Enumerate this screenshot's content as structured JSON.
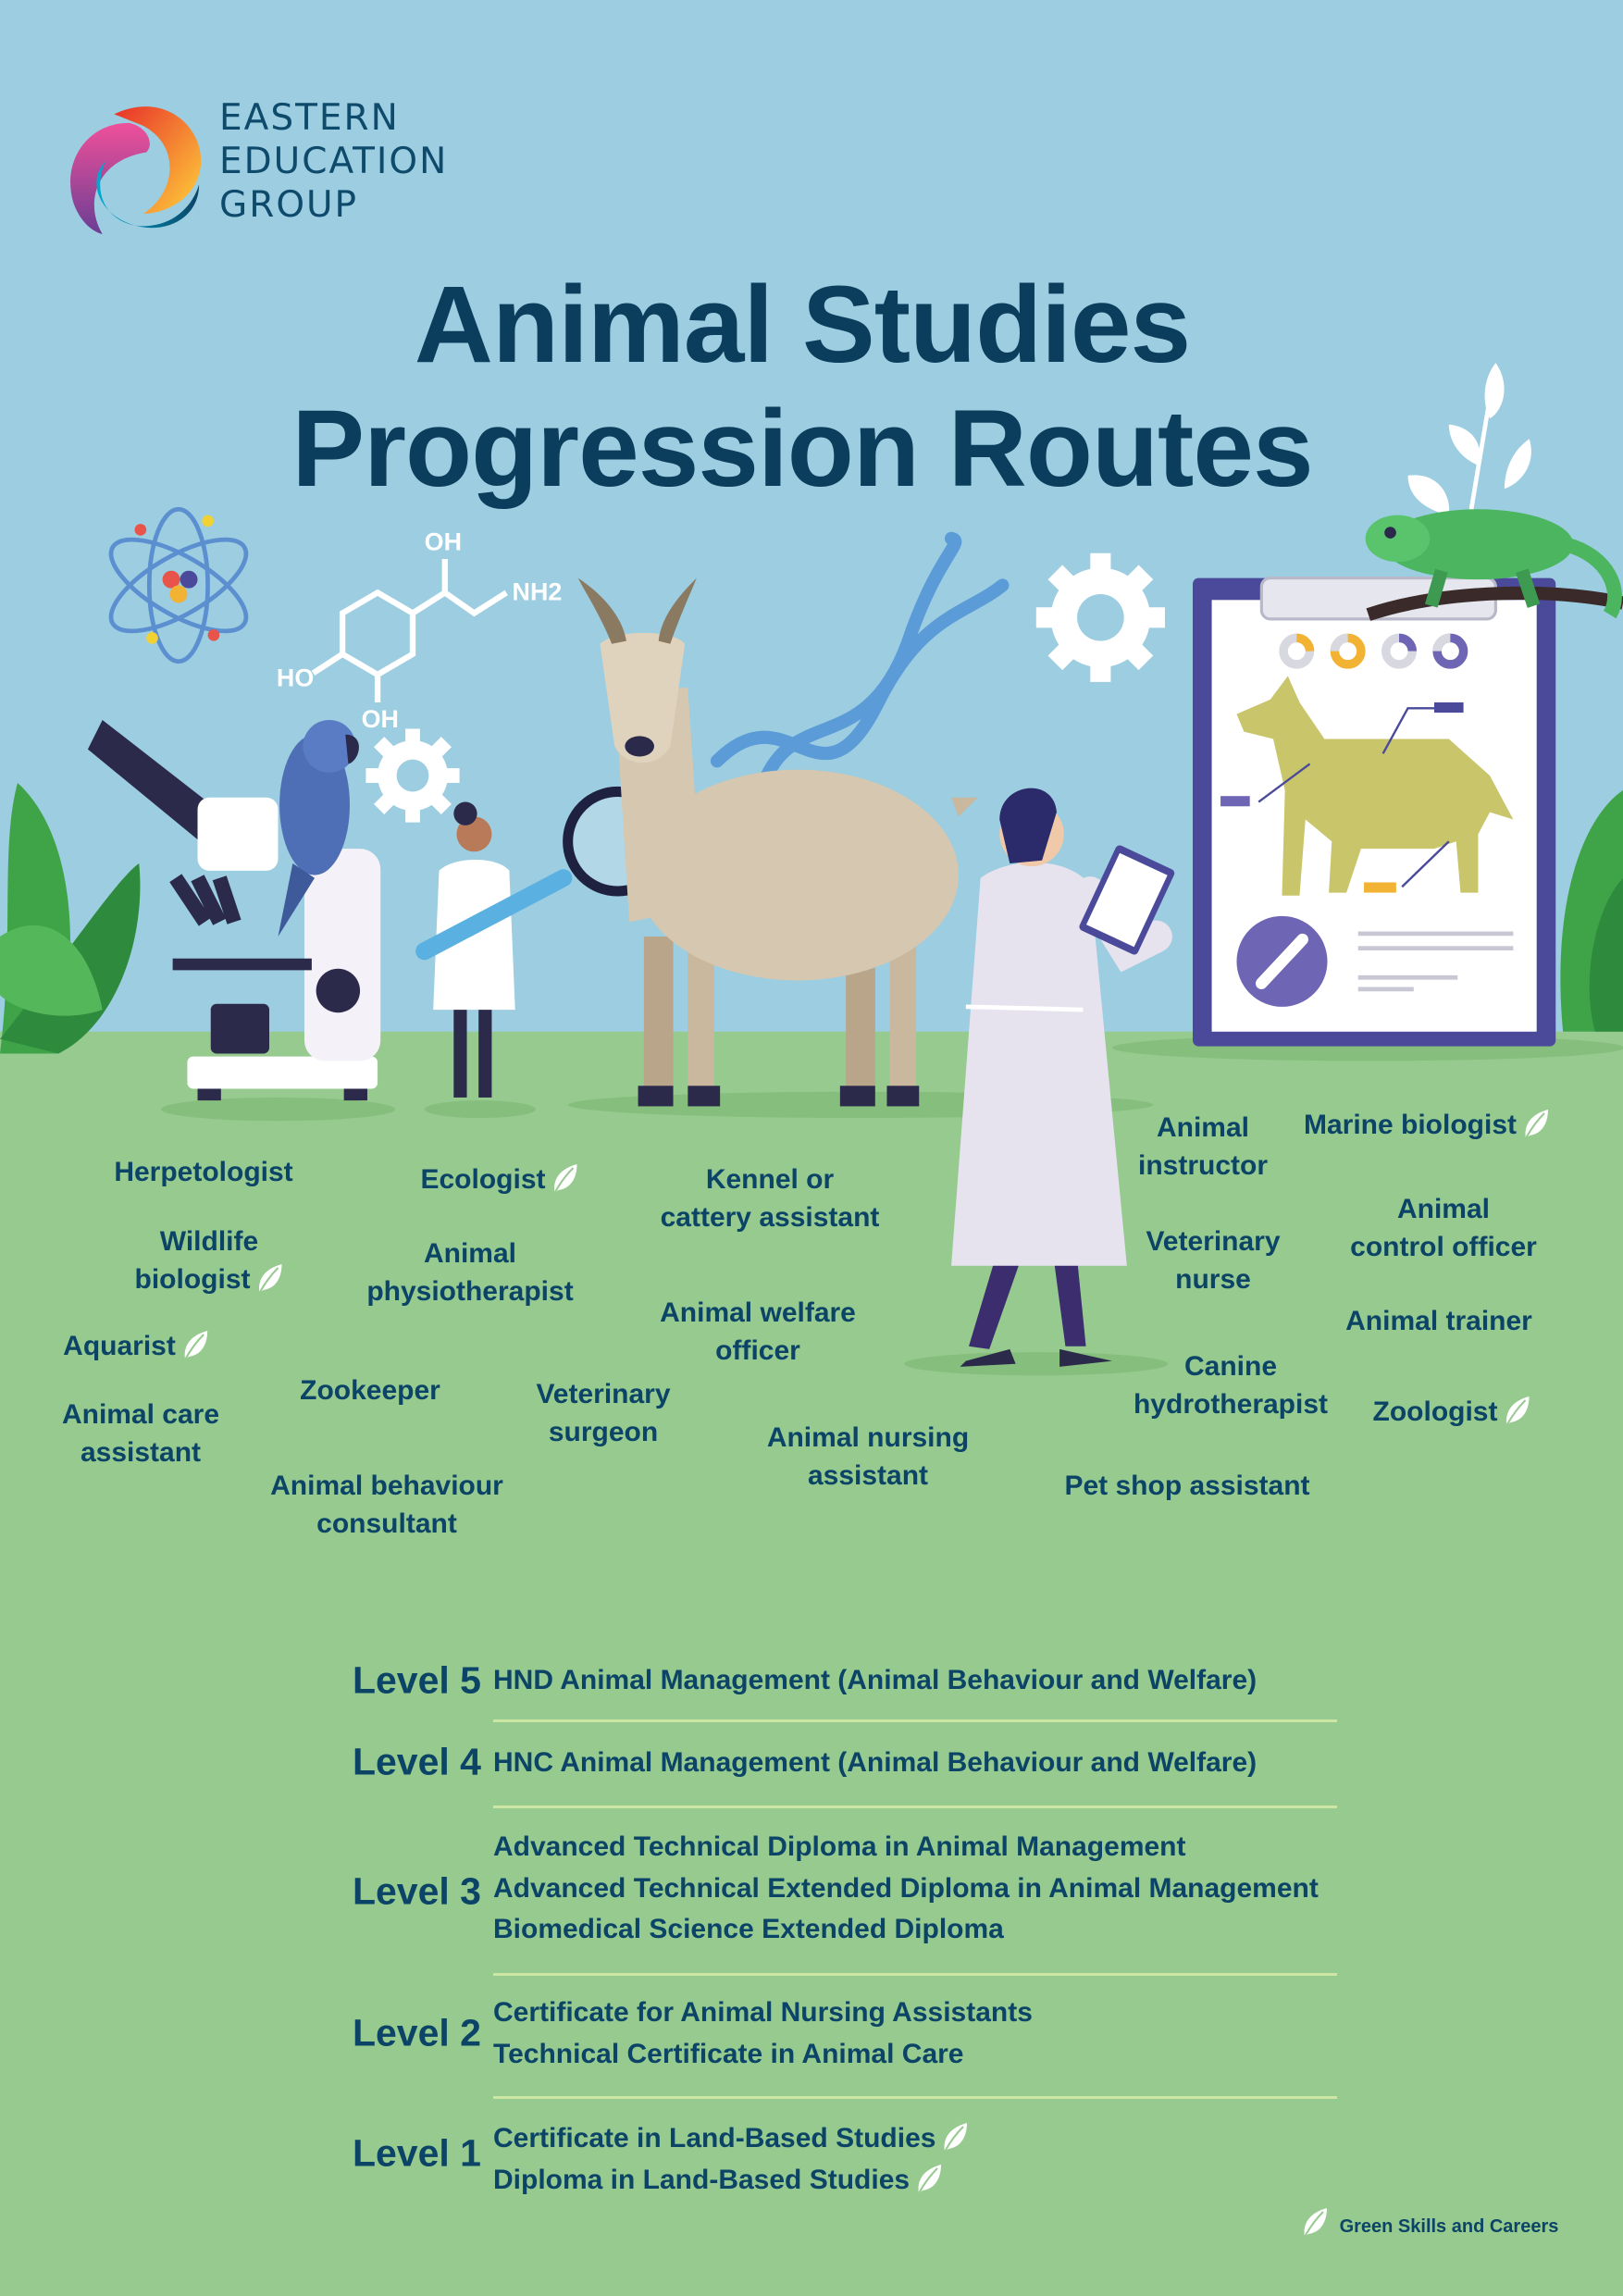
{
  "logo": {
    "lines": [
      "EASTERN",
      "EDUCATION",
      "GROUP"
    ]
  },
  "title": {
    "line1": "Animal Studies",
    "line2": "Progression Routes"
  },
  "molecule": {
    "oh_top": "OH",
    "nh2": "NH2",
    "ho": "HO",
    "oh_bottom": "OH"
  },
  "colors": {
    "sky": "#9ccde0",
    "ground": "#97ca8f",
    "text": "#0b4466",
    "title": "#0b3d5c",
    "separator": "#cbe7a3"
  },
  "jobs": [
    {
      "lines": [
        "Herpetologist"
      ],
      "green": false
    },
    {
      "lines": [
        "Ecologist"
      ],
      "green": true
    },
    {
      "lines": [
        "Kennel or",
        "cattery assistant"
      ],
      "green": false
    },
    {
      "lines": [
        "Animal",
        "instructor"
      ],
      "green": false
    },
    {
      "lines": [
        "Marine biologist"
      ],
      "green": true
    },
    {
      "lines": [
        "Wildlife",
        "biologist"
      ],
      "green": true
    },
    {
      "lines": [
        "Animal",
        "physiotherapist"
      ],
      "green": false
    },
    {
      "lines": [
        "Veterinary",
        "nurse"
      ],
      "green": false
    },
    {
      "lines": [
        "Animal",
        "control officer"
      ],
      "green": false
    },
    {
      "lines": [
        "Animal welfare",
        "officer"
      ],
      "green": false
    },
    {
      "lines": [
        "Animal trainer"
      ],
      "green": false
    },
    {
      "lines": [
        "Aquarist"
      ],
      "green": true
    },
    {
      "lines": [
        "Zookeeper"
      ],
      "green": false
    },
    {
      "lines": [
        "Veterinary",
        "surgeon"
      ],
      "green": false
    },
    {
      "lines": [
        "Canine",
        "hydrotherapist"
      ],
      "green": false
    },
    {
      "lines": [
        "Zoologist"
      ],
      "green": true
    },
    {
      "lines": [
        "Animal care",
        "assistant"
      ],
      "green": false
    },
    {
      "lines": [
        "Animal nursing",
        "assistant"
      ],
      "green": false
    },
    {
      "lines": [
        "Pet shop assistant"
      ],
      "green": false
    },
    {
      "lines": [
        "Animal behaviour",
        "consultant"
      ],
      "green": false
    }
  ],
  "levels": [
    {
      "label": "Level 5",
      "courses": [
        "HND Animal Management (Animal Behaviour and Welfare)"
      ]
    },
    {
      "label": "Level 4",
      "courses": [
        "HNC Animal Management (Animal Behaviour and Welfare)"
      ]
    },
    {
      "label": "Level 3",
      "courses": [
        "Advanced Technical Diploma in Animal Management",
        "Advanced Technical Extended Diploma in Animal Management",
        "Biomedical Science Extended Diploma"
      ]
    },
    {
      "label": "Level 2",
      "courses": [
        "Certificate for Animal Nursing Assistants",
        "Technical Certificate in Animal Care"
      ]
    },
    {
      "label": "Level 1",
      "courses": [
        "Certificate in Land-Based Studies",
        "Diploma in Land-Based Studies"
      ],
      "green": [
        true,
        true
      ]
    }
  ],
  "footer": {
    "legend": "Green Skills and Careers",
    "icon": "leaf-icon"
  }
}
